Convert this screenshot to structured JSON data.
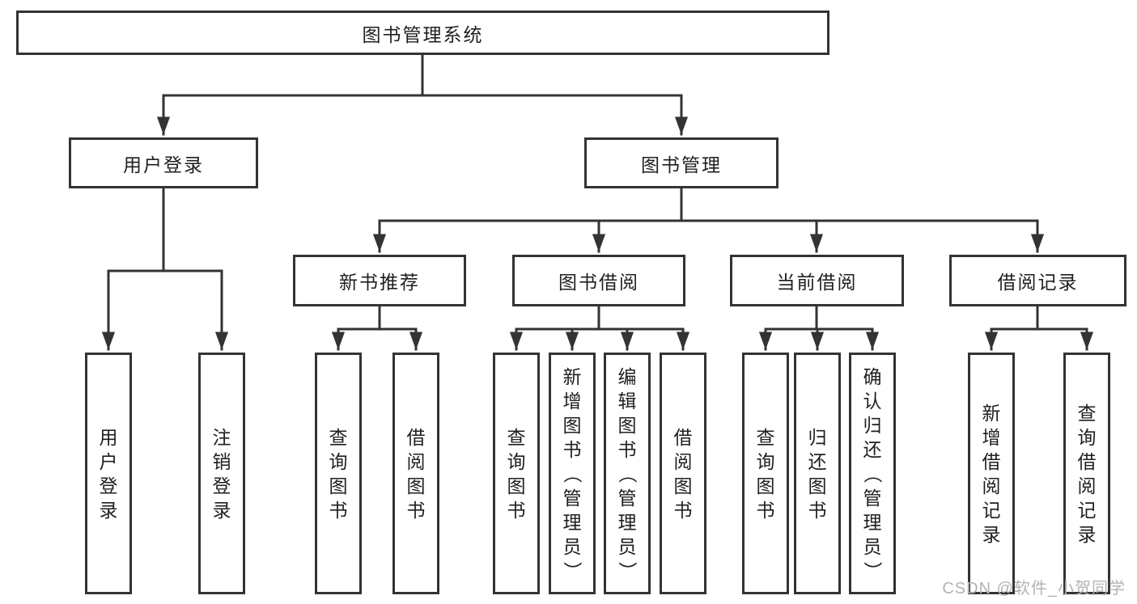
{
  "diagram": {
    "root": "图书管理系统",
    "branches": [
      {
        "label": "用户登录",
        "leaves": [
          "用户登录",
          "注销登录"
        ]
      },
      {
        "label": "图书管理",
        "children": [
          {
            "label": "新书推荐",
            "leaves": [
              "查询图书",
              "借阅图书"
            ]
          },
          {
            "label": "图书借阅",
            "leaves": [
              "查询图书",
              "新增图书（管理员）",
              "编辑图书（管理员）",
              "借阅图书"
            ]
          },
          {
            "label": "当前借阅",
            "leaves": [
              "查询图书",
              "归还图书",
              "确认归还（管理员）"
            ]
          },
          {
            "label": "借阅记录",
            "leaves": [
              "新增借阅记录",
              "查询借阅记录"
            ]
          }
        ]
      }
    ]
  },
  "watermark": "CSDN @软件_小贺同学",
  "colors": {
    "line": "#333333",
    "box_border": "#333333",
    "box_fill": "#ffffff",
    "text": "#1f1f1f",
    "watermark": "#b3b3b3",
    "background": "#ffffff"
  }
}
